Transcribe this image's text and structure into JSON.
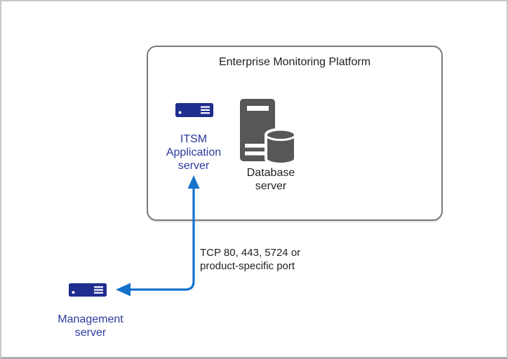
{
  "colors": {
    "arrow_blue": "#1472CC",
    "server_icon_navy": "#1F2D8E",
    "label_blue": "#2B3A9E",
    "box_border_gray": "#7A7A7A",
    "database_icon_gray": "#575757",
    "text_black": "#1F1F1F",
    "frame_border_gray": "#C8C8C8"
  },
  "diagram": {
    "platform": {
      "title": "Enterprise Monitoring Platform"
    },
    "nodes": {
      "itsm": {
        "label": "ITSM\nApplication\nserver"
      },
      "database": {
        "label": "Database\nserver"
      },
      "management": {
        "label": "Management\nserver"
      }
    },
    "connection": {
      "label": "TCP 80, 443, 5724 or\nproduct-specific port"
    }
  }
}
